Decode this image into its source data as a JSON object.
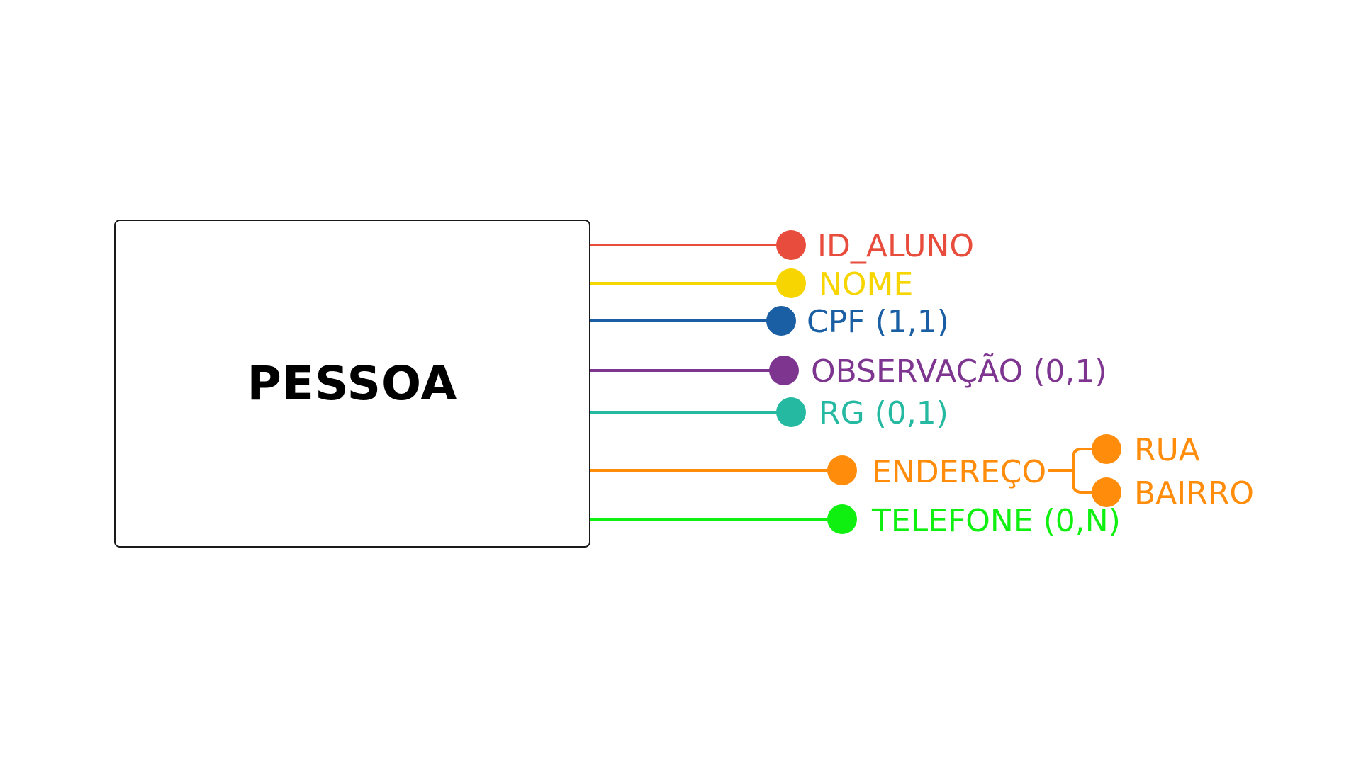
{
  "entity": {
    "name": "PESSOA"
  },
  "attributes": [
    {
      "label": "ID_ALUNO",
      "color": "#e74c3c"
    },
    {
      "label": "NOME",
      "color": "#f7d500"
    },
    {
      "label": "CPF (1,1)",
      "color": "#1a5fa3"
    },
    {
      "label": "OBSERVAÇÃO (0,1)",
      "color": "#7d3590"
    },
    {
      "label": "RG (0,1)",
      "color": "#26b9a1"
    },
    {
      "label": "ENDEREÇO",
      "color": "#ff8c0a",
      "children": [
        {
          "label": "RUA"
        },
        {
          "label": "BAIRRO"
        }
      ]
    },
    {
      "label": "TELEFONE (0,N)",
      "color": "#10f010"
    }
  ]
}
